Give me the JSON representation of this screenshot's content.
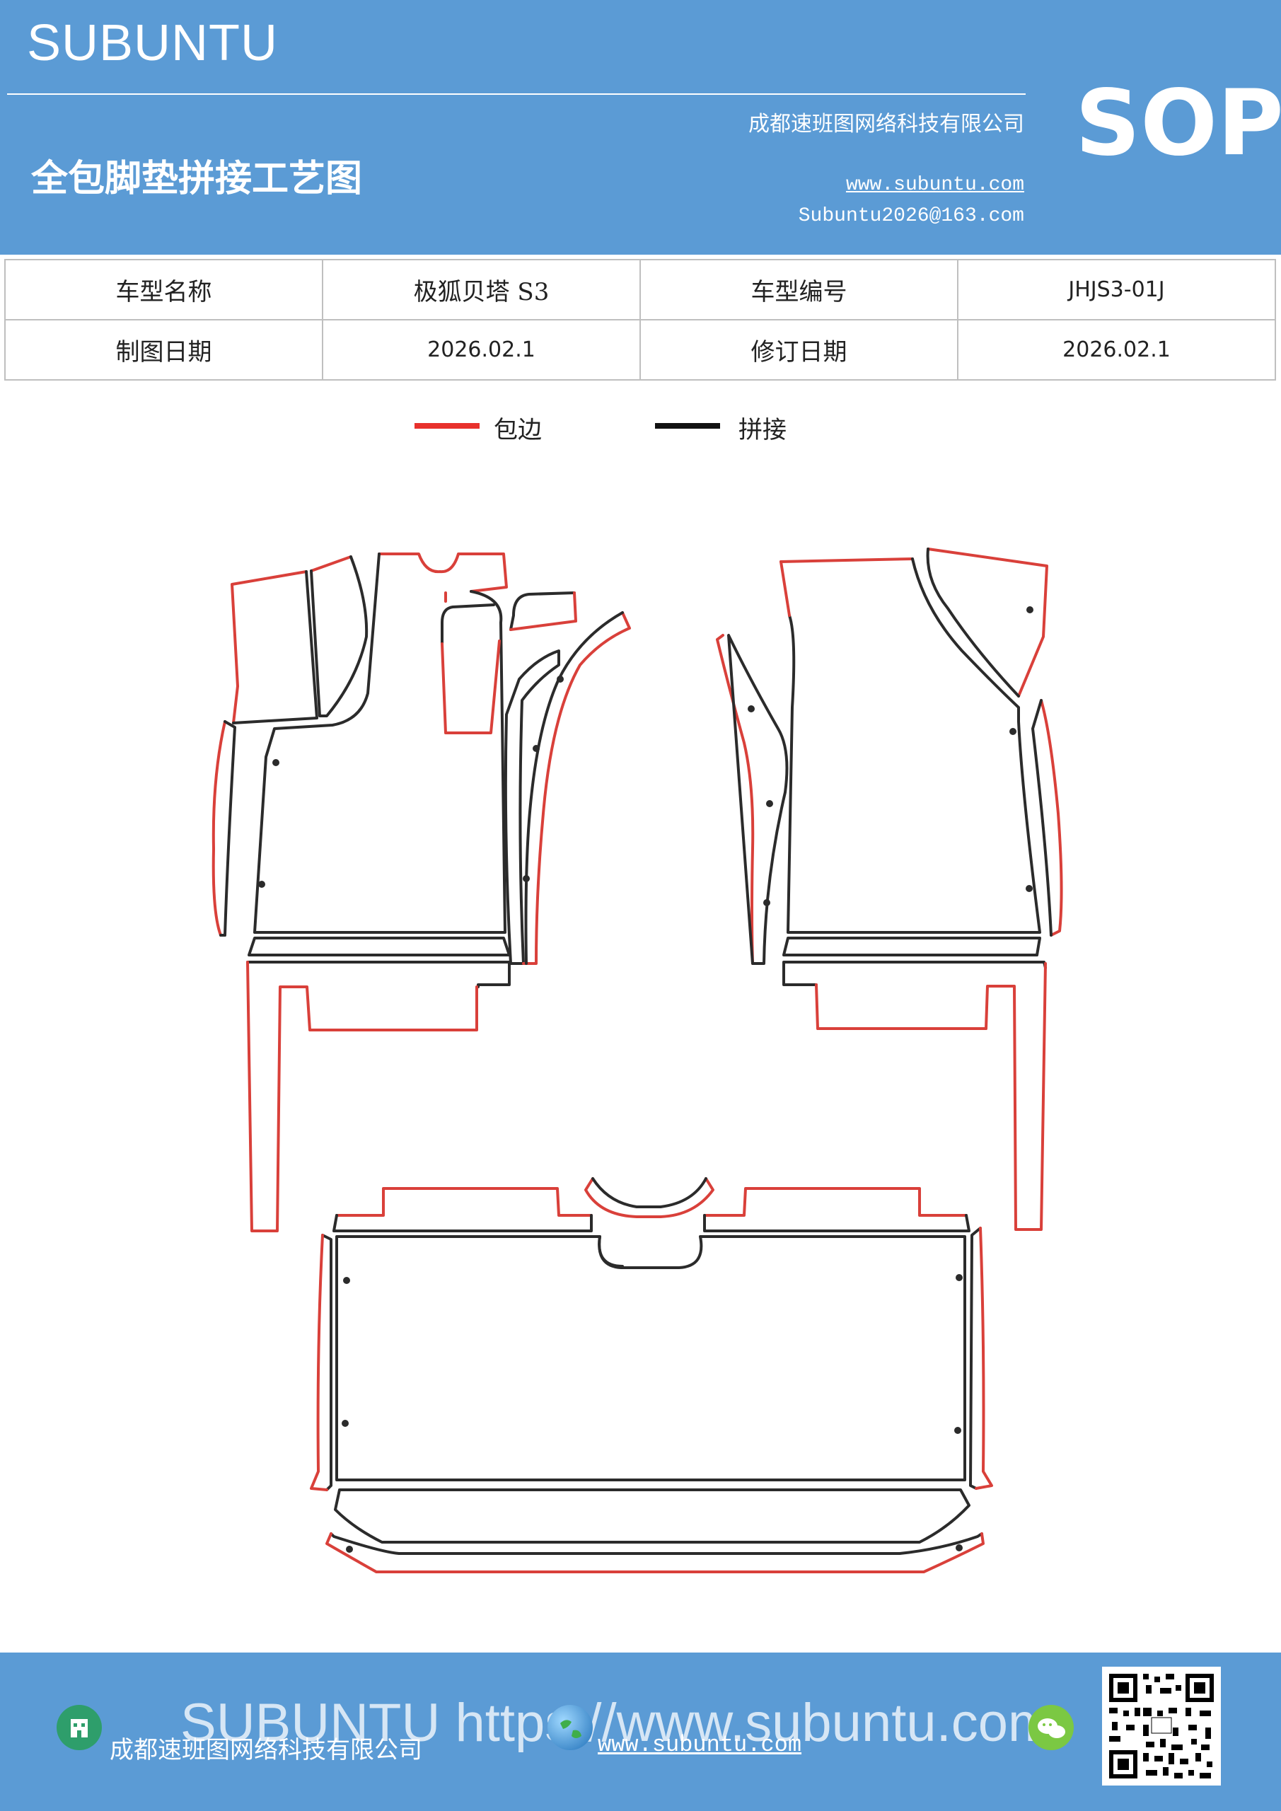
{
  "header": {
    "brand": "SUBUNTU",
    "title": "全包脚垫拼接工艺图",
    "company": "成都速班图网络科技有限公司",
    "website": "www.subuntu.com",
    "email": "Subuntu2026@163.com",
    "badge": "SOP"
  },
  "info_table": {
    "rows": [
      [
        {
          "label": "车型名称"
        },
        {
          "value": "极狐贝塔 S3"
        },
        {
          "label": "车型编号"
        },
        {
          "value": "JHJS3-01J"
        }
      ],
      [
        {
          "label": "制图日期"
        },
        {
          "value": "2026.02.1"
        },
        {
          "label": "修订日期"
        },
        {
          "value": "2026.02.1"
        }
      ]
    ]
  },
  "legend": {
    "items": [
      {
        "label": "包边",
        "color": "#e8312c"
      },
      {
        "label": "拼接",
        "color": "#111111"
      }
    ]
  },
  "colors": {
    "header_bg": "#5b9bd5",
    "edge_red": "#d9403a",
    "seam_black": "#2b2b2b"
  },
  "footer": {
    "company": "成都速班图网络科技有限公司",
    "website": "www.subuntu.com",
    "watermark": "SUBUNTU https://www.subuntu.com",
    "icons": [
      "building-icon",
      "globe-icon",
      "wechat-icon",
      "qr-code"
    ]
  }
}
